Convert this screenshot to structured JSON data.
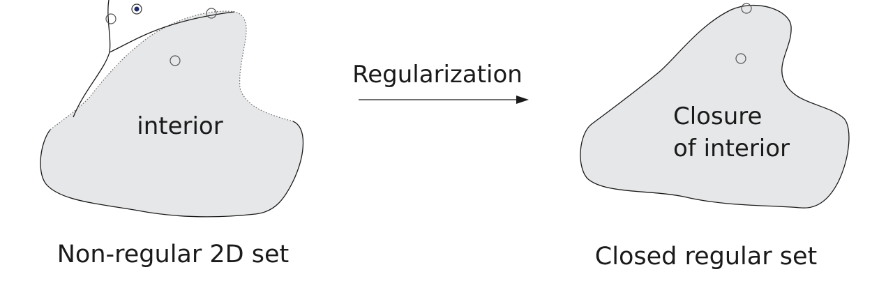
{
  "diagram": {
    "left_shape": {
      "inside_label": "interior",
      "caption": "Non-regular 2D set"
    },
    "operation": {
      "label": "Regularization"
    },
    "right_shape": {
      "inside_label_line1": "Closure",
      "inside_label_line2": "of interior",
      "caption": "Closed regular set"
    },
    "colors": {
      "region_fill": "#e6e7e8",
      "outline": "#1a1a1a",
      "isolated_point": "#1f2a6b"
    }
  }
}
